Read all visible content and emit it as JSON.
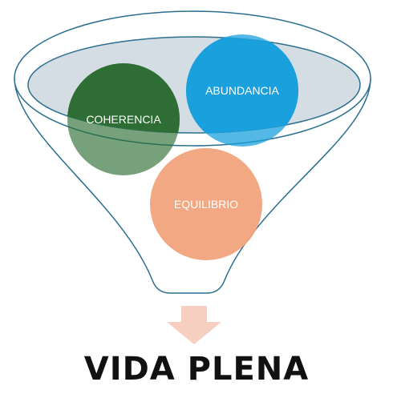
{
  "funnel": {
    "inputs": [
      {
        "id": "coherencia",
        "label": "COHERENCIA",
        "color": "#2e6e34"
      },
      {
        "id": "abundancia",
        "label": "ABUNDANCIA",
        "color": "#1aa0dc"
      },
      {
        "id": "equilibrio",
        "label": "EQUILIBRIO",
        "color": "#f0a37c"
      }
    ],
    "outline_color": "#2a6f8f",
    "rim_fill": "#d4dde3",
    "arrow_color": "#f6cfc0"
  },
  "result": {
    "label": "VIDA PLENA"
  }
}
